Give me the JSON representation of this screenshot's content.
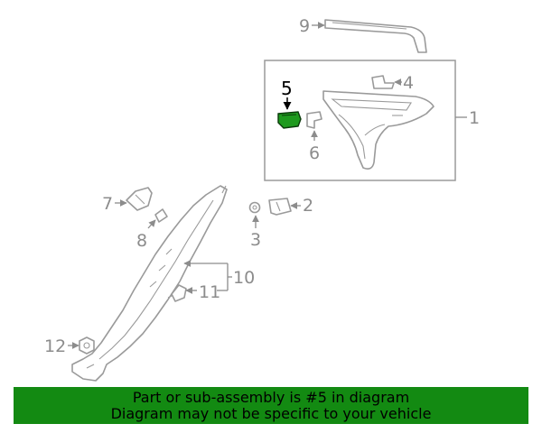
{
  "callouts": {
    "c1": "1",
    "c2": "2",
    "c3": "3",
    "c4": "4",
    "c5": "5",
    "c6": "6",
    "c7": "7",
    "c8": "8",
    "c9": "9",
    "c10": "10",
    "c11": "11",
    "c12": "12"
  },
  "highlight_part": "5",
  "colors": {
    "highlight": "#1e9a1e",
    "banner": "#138a12",
    "line": "#9a9a9a"
  },
  "banner": {
    "line1": "Part or sub-assembly is #5 in diagram",
    "line2": "Diagram may not be specific to your vehicle"
  }
}
